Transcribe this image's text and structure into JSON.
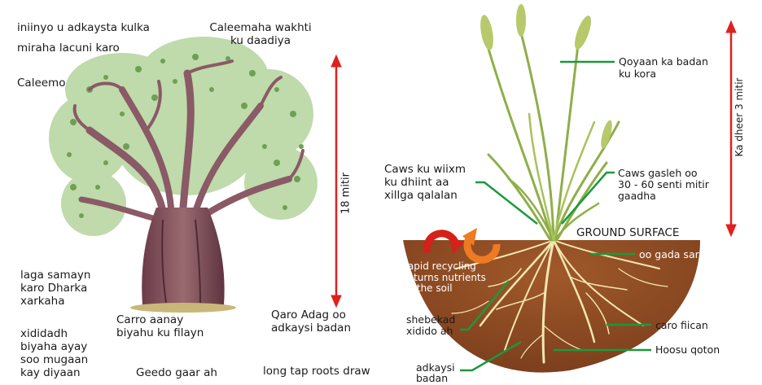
{
  "colors": {
    "leader_line": "#1a9a3a",
    "height_arrow": "#e0201e",
    "soil": "#8b4a22",
    "roots": "#f3e7b0",
    "grass": "#8fae4a",
    "trunk": "#7a4a55",
    "foliage": "#7fae64",
    "recycle_red": "#d6201a",
    "recycle_orange": "#ee7a22"
  },
  "icons": [
    "recycle-arrows-icon"
  ],
  "left": {
    "label_top1": "iniinyo u adkaysta kulka",
    "label_top2": "miraha lacuni karo",
    "label_top3": "Caleemo",
    "label_top_mid": [
      "Caleemaha wakhti",
      "ku daadiya"
    ],
    "height_label": "18 mitir",
    "label_bark": [
      "laga samayn",
      "karo Dharka",
      "xarkaha"
    ],
    "label_hollow": [
      "Carro aanay",
      "biyahu ku filayn"
    ],
    "label_hard": [
      "Qaro Adag oo",
      "adkaysi badan"
    ],
    "label_roots": [
      "xididadh",
      "biyaha ayay",
      "soo mugaan",
      "kay diyaan"
    ],
    "label_seed": "Geedo gaar ah",
    "label_tap": "long tap roots draw"
  },
  "right": {
    "label_seedhead": [
      "Qoyaan ka badan",
      "ku kora"
    ],
    "height_label": "Ka dheer 3 mitir",
    "label_leaf_left": [
      "Caws ku wiixm",
      "ku dhiint aa",
      "xillga qalalan"
    ],
    "label_leaf_right": [
      "Caws gasleh oo",
      "30 - 60 senti mitir",
      "gaadha"
    ],
    "label_ground": "GROUND SURFACE",
    "label_recycle": [
      "rapid recycling",
      "returns nutrients",
      "to the soil"
    ],
    "label_upper": "oo gada sare",
    "label_network": [
      "shebekad",
      "xidido ah"
    ],
    "label_soil": "caro fiican",
    "label_deep": "Hoosu qoton",
    "label_strength": [
      "adkaysi",
      "badan"
    ]
  }
}
